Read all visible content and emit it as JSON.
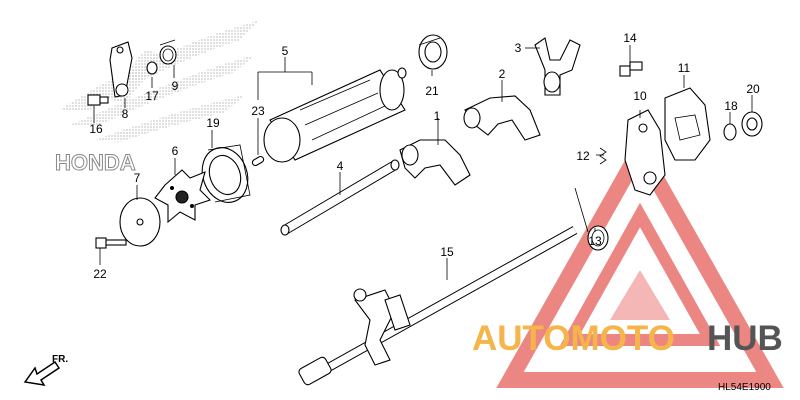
{
  "diagram": {
    "code": "HL54E1900",
    "direction_label": "FR.",
    "brand_bg_text": "HONDA",
    "labels": [
      "1",
      "2",
      "3",
      "4",
      "5",
      "6",
      "7",
      "8",
      "9",
      "10",
      "11",
      "12",
      "13",
      "14",
      "15",
      "16",
      "17",
      "18",
      "19",
      "20",
      "21",
      "22",
      "23"
    ]
  },
  "watermark": {
    "text_part_a": "AUTOMOTO",
    "text_part_b": "HUB",
    "color_a": "#f5b54a",
    "color_b": "#555555",
    "triangle_color": "#e9726e"
  }
}
